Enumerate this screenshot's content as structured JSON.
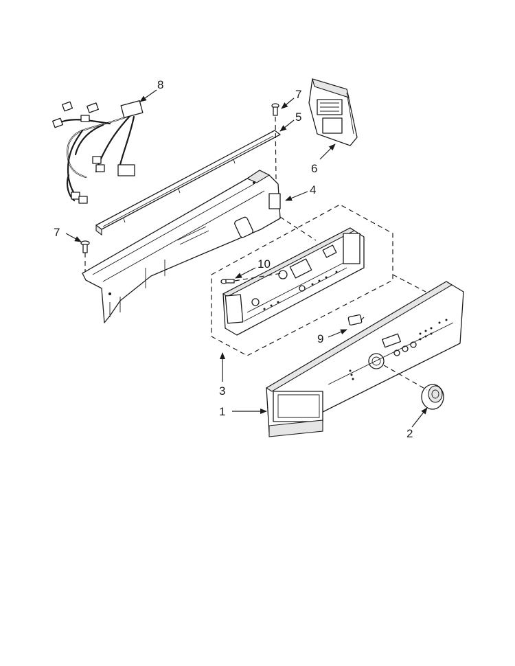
{
  "callouts": [
    "1",
    "2",
    "3",
    "4",
    "5",
    "6",
    "7",
    "7",
    "8",
    "9",
    "10"
  ],
  "colors": {
    "line": "#1a1a1a",
    "background": "#ffffff",
    "shade": "#e6e6e6"
  }
}
